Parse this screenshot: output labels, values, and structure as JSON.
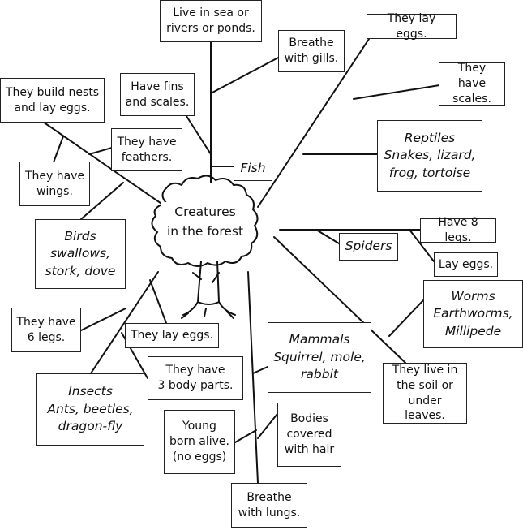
{
  "center_label": "Creatures\nin the forest",
  "fish": {
    "group": "Fish",
    "facts": [
      "Live in sea or\nrivers or ponds.",
      "Breathe\nwith gills.",
      "Have fins\nand scales."
    ]
  },
  "birds": {
    "group": "Birds\nswallows,\nstork, dove",
    "facts": [
      "They build nests\nand lay eggs.",
      "They have\nfeathers.",
      "They have\nwings."
    ]
  },
  "reptiles": {
    "group": "Reptiles\nSnakes, lizard,\nfrog, tortoise",
    "facts": [
      "They lay eggs.",
      "They have\nscales."
    ]
  },
  "spiders": {
    "group": "Spiders",
    "facts": [
      "Have 8 legs.",
      "Lay eggs."
    ]
  },
  "worms": {
    "group": "Worms\nEarthworms,\nMillipede",
    "facts": [
      "They live in\nthe soil or\nunder leaves."
    ]
  },
  "insects": {
    "group": "Insects\nAnts, beetles,\ndragon-fly",
    "facts": [
      "They have\n6 legs.",
      "They lay eggs.",
      "They have\n3 body parts."
    ]
  },
  "mammals": {
    "group": "Mammals\nSquirrel, mole,\nrabbit",
    "facts": [
      "Young\nborn alive.\n(no eggs)",
      "Bodies\ncovered\nwith hair",
      "Breathe\nwith lungs."
    ]
  }
}
